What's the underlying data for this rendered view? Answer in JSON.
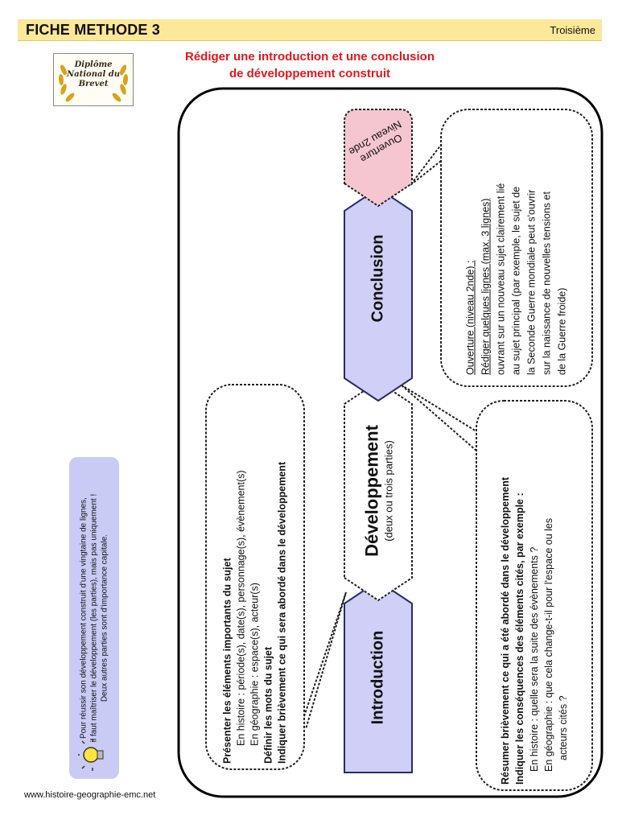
{
  "header": {
    "title": "FICHE METHODE 3",
    "level": "Troisième"
  },
  "title": {
    "line1": "Rédiger une introduction et une conclusion",
    "line2": "de développement construit"
  },
  "logo": {
    "line1": "Diplôme",
    "line2": "National du",
    "line3": "Brevet"
  },
  "tip": {
    "line1": "Pour réussir son développement construit d'une vingtaine de lignes,",
    "line2": "il faut maîtriser le développement (les parties), mais pas uniquement !",
    "line3": "Deux autres parties sont d'importance capitale.",
    "icon": "lightbulb-icon"
  },
  "arrows": {
    "introduction": "Introduction",
    "developpement": "Développement",
    "developpement_sub": "(deux ou trois parties)",
    "conclusion": "Conclusion",
    "ouverture_line1": "Ouverture",
    "ouverture_line2": "Niveau 2nde"
  },
  "intro_bubble": {
    "heading1": "Présenter les éléments importants du sujet",
    "line1": "En histoire : période(s), date(s), personnage(s), évènement(s)",
    "line2": "En géographie : espace(s), acteur(s)",
    "heading2": "Définir les mots du sujet",
    "heading3": "Indiquer brièvement ce qui sera abordé dans le développement"
  },
  "conclusion_bubble": {
    "heading1": "Résumer brièvement ce qui a été abordé dans le développement",
    "heading2": "Indiquer les conséquences des éléments cités, par exemple :",
    "line1": "En histoire : quelle sera la suite des évènements ?",
    "line2": "En géographie : que cela change-t-il pour l'espace ou les",
    "line3": "acteurs cités ?"
  },
  "ouverture_bubble": {
    "title": "Ouverture (niveau 2nde) :",
    "line1": "Rédiger quelques lignes (max. 3 lignes)",
    "line2": "ouvrant sur un nouveau sujet clairement lié",
    "line3": "au sujet principal (par exemple, le sujet de",
    "line4": "la Seconde Guerre mondiale peut s'ouvrir",
    "line5": "sur la naissance de nouvelles tensions et",
    "line6": "de la Guerre froide)"
  },
  "footer": {
    "url": "www.histoire-geographie-emc.net"
  },
  "colors": {
    "header": "#fde89a",
    "title": "#e8161b",
    "arrow": "#cfcff7",
    "ouverture": "#f6c6d0",
    "tip": "#c9cbf5"
  }
}
